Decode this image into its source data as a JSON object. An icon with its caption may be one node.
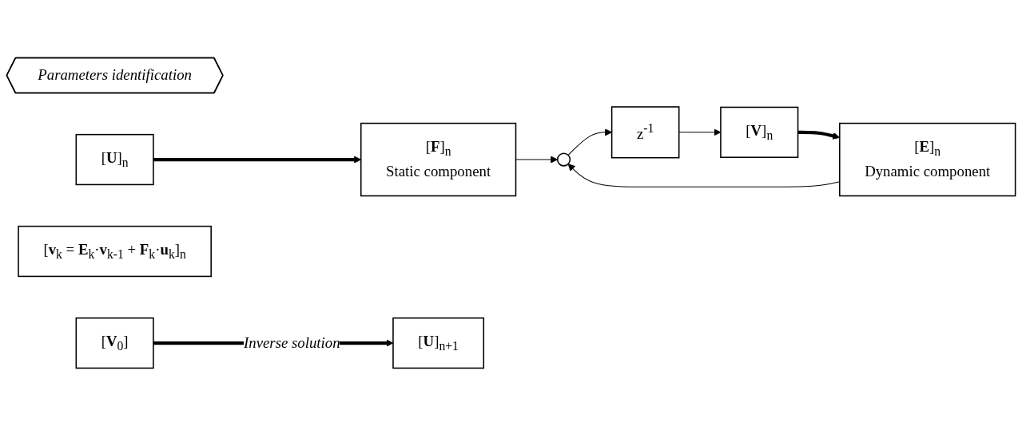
{
  "diagram": {
    "nodes": [
      {
        "text": [
          "Parameters identification"
        ]
      },
      {
        "text": [
          "[**U**]$_{n}$"
        ]
      },
      {
        "text": [
          "[**F**]$_{n}$",
          "Static component"
        ]
      },
      {
        "text": [],
        "shape": "circle"
      },
      {
        "text": [
          "[**E**]$_{n}$",
          "Dynamic component"
        ]
      },
      {
        "text": [
          "[**V**]$_{n}$"
        ]
      },
      {
        "text": [
          "z$^{-1}$"
        ]
      },
      {
        "text": [
          "[**v**$_{k}$ = **E**$_{k}$·**v**$_{k-1}$ + **F**$_{k}$·**u**$_{k}$]$_{n}$"
        ]
      },
      {
        "text": [
          "[**U**]$_{n+1}$"
        ]
      },
      {
        "text": [
          "[**V**$_{0}$]"
        ]
      }
    ],
    "edges": [
      {
        "from": 1,
        "to": 2,
        "arrow": "to",
        "style": "thick"
      },
      {
        "from": 2,
        "to": 3,
        "arrow": "to"
      },
      {
        "from": 4,
        "to": 3,
        "arrow": "to"
      },
      {
        "from": 5,
        "to": 4,
        "arrow": "to",
        "style": "thick"
      },
      {
        "from": 3,
        "to": 6,
        "arrow": "to"
      },
      {
        "from": 6,
        "to": 5,
        "arrow": "to"
      },
      {
        "from": 9,
        "to": 8,
        "arrow": "to",
        "label": "Inverse solution",
        "style": "thick"
      }
    ]
  }
}
